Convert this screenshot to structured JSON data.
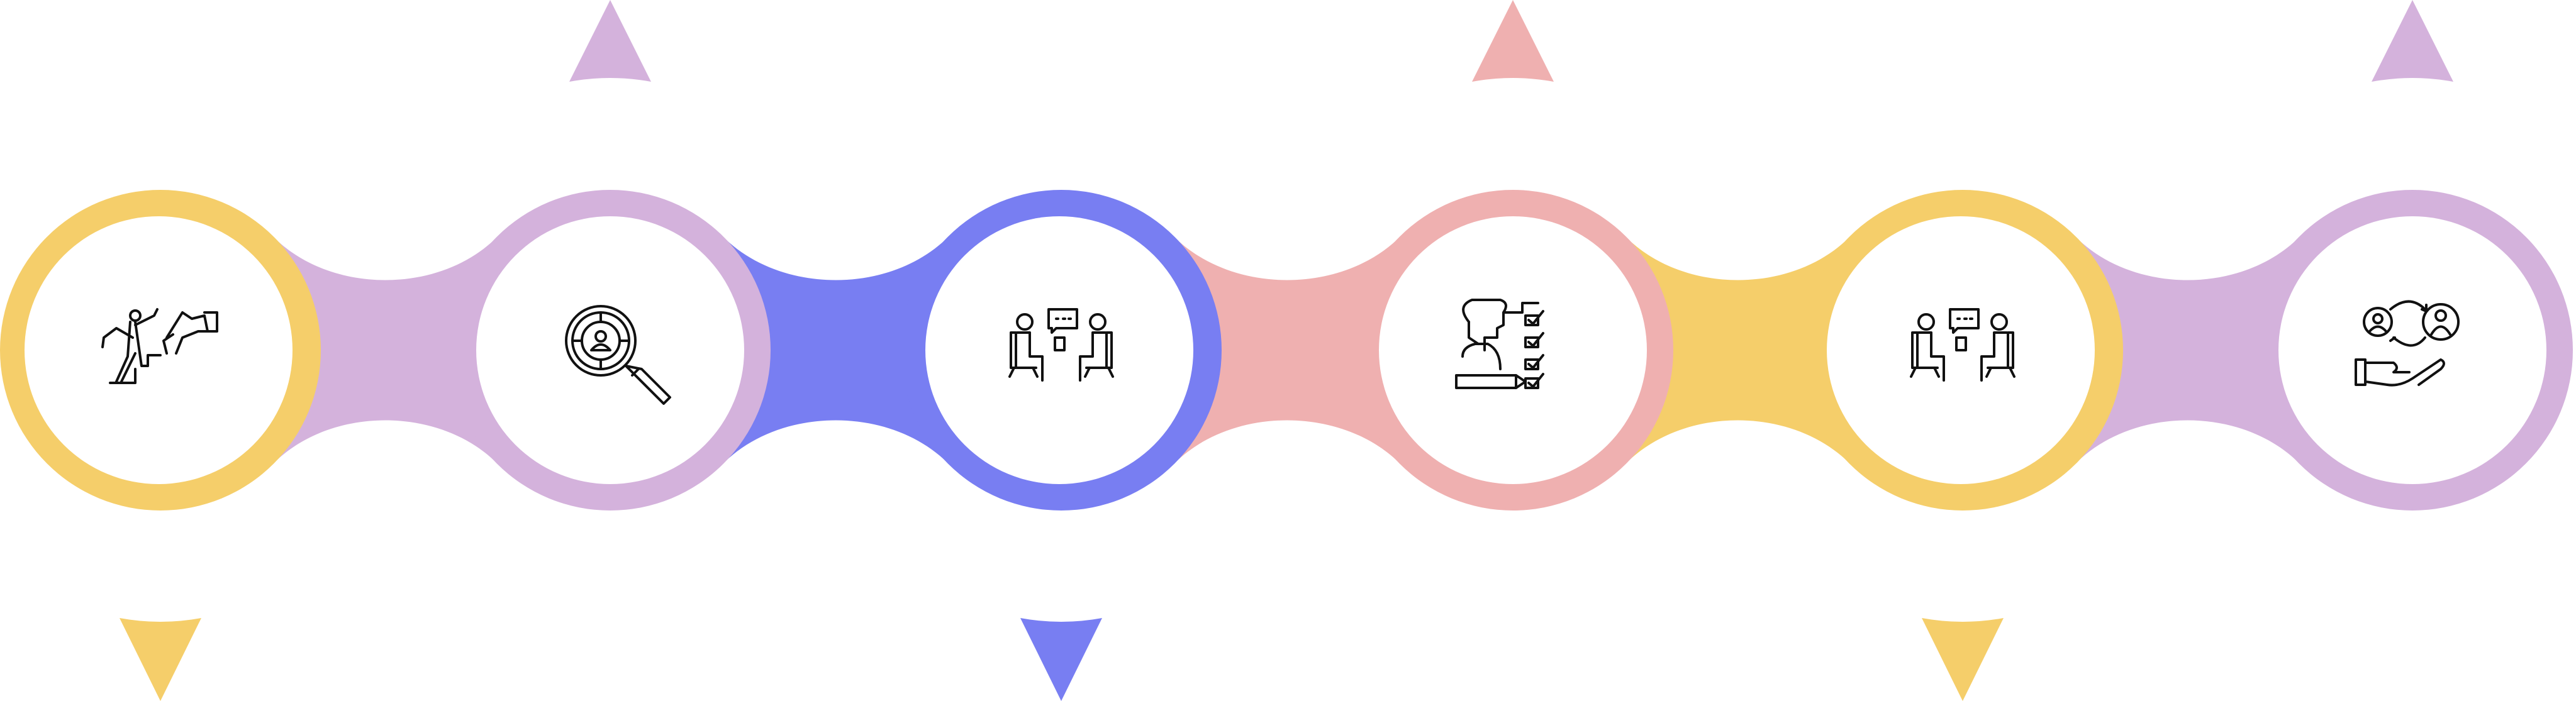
{
  "colors": {
    "yellow": "#F5CE6A",
    "purple": "#D4B2DC",
    "blue": "#787EF2",
    "pink": "#EFB0B0",
    "inner": "#FFFFFF",
    "icon": "#111111"
  },
  "steps": [
    {
      "ring": "yellow",
      "icon": "climbing-handshake-icon",
      "marker": "bottom",
      "marker_color": "yellow"
    },
    {
      "ring": "purple",
      "icon": "magnifier-target-person-icon",
      "marker": "top",
      "marker_color": "purple"
    },
    {
      "ring": "blue",
      "icon": "interview-chat-icon",
      "marker": "bottom",
      "marker_color": "blue"
    },
    {
      "ring": "pink",
      "icon": "thinking-checklist-icon",
      "marker": "top",
      "marker_color": "pink"
    },
    {
      "ring": "yellow",
      "icon": "interview-chat-icon",
      "marker": "bottom",
      "marker_color": "yellow"
    },
    {
      "ring": "purple",
      "icon": "hand-people-exchange-icon",
      "marker": "top",
      "marker_color": "purple"
    }
  ],
  "connectors": [
    "purple",
    "blue",
    "pink",
    "yellow",
    "purple"
  ]
}
